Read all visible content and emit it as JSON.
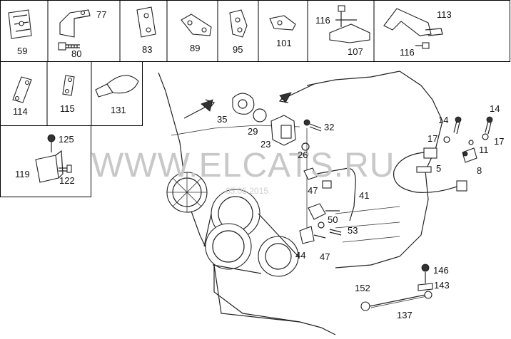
{
  "watermark": {
    "site": "WWW.ELCATS.RU",
    "date": "05.05.2015"
  },
  "labels": {
    "p59": "59",
    "p77": "77",
    "p80": "80",
    "p83": "83",
    "p89": "89",
    "p95": "95",
    "p101": "101",
    "p116a": "116",
    "p107": "107",
    "p113": "113",
    "p116b": "116",
    "p114": "114",
    "p115": "115",
    "p131": "131",
    "p125": "125",
    "p119": "119",
    "p122": "122",
    "p35": "35",
    "p29": "29",
    "p23": "23",
    "p32": "32",
    "p26": "26",
    "p14a": "14",
    "p14b": "14",
    "p17a": "17",
    "p17b": "17",
    "p11": "11",
    "p5": "5",
    "p8": "8",
    "p47a": "47",
    "p41": "41",
    "p50": "50",
    "p53": "53",
    "p44": "44",
    "p47b": "47",
    "p146": "146",
    "p143": "143",
    "p152": "152",
    "p137": "137"
  }
}
